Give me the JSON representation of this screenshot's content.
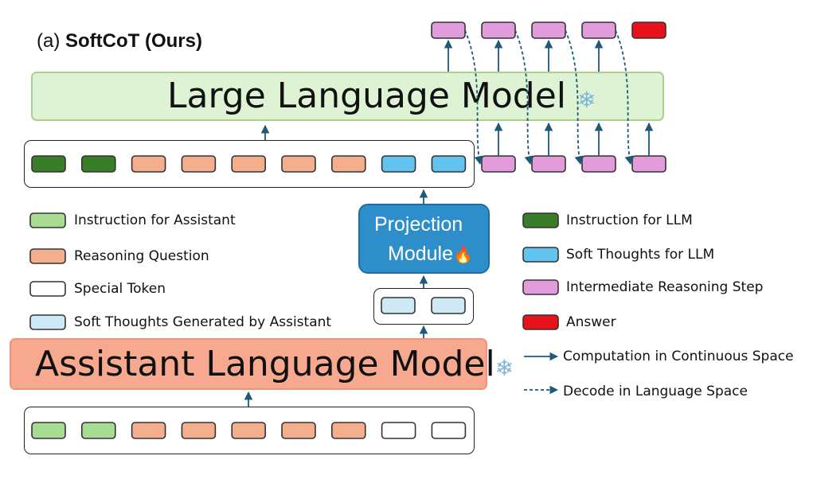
{
  "title": {
    "prefix": "(a) ",
    "bold": "SoftCoT (Ours)"
  },
  "llm": {
    "label": "Large Language Model",
    "icon": "snowflake-icon"
  },
  "assistant": {
    "label": "Assistant Language Model",
    "icon": "snowflake-icon"
  },
  "projection": {
    "line1": "Projection",
    "line2": "Module",
    "icon": "fire-icon"
  },
  "colors": {
    "instruction_assistant": "#a8dc93",
    "instruction_llm": "#3a7d28",
    "reasoning_question": "#f2ae8d",
    "special_token": "#ffffff",
    "soft_thoughts_assistant": "#cde8f7",
    "soft_thoughts_llm": "#62c3ef",
    "intermediate_step": "#e29bdb",
    "answer": "#e8121b",
    "arrow": "#1d5a78"
  },
  "legend_left": [
    {
      "label": "Instruction for Assistant",
      "color": "#a8dc93"
    },
    {
      "label": "Reasoning Question",
      "color": "#f2ae8d"
    },
    {
      "label": "Special Token",
      "color": "#ffffff"
    },
    {
      "label": "Soft Thoughts Generated by Assistant",
      "color": "#cde8f7"
    }
  ],
  "legend_right": [
    {
      "label": "Instruction for LLM",
      "color": "#3a7d28"
    },
    {
      "label": "Soft Thoughts for LLM",
      "color": "#62c3ef"
    },
    {
      "label": "Intermediate Reasoning Step",
      "color": "#e29bdb"
    },
    {
      "label": "Answer",
      "color": "#e8121b"
    }
  ],
  "arrow_legend": [
    {
      "label": "Computation in Continuous Space",
      "style": "solid"
    },
    {
      "label": "Decode in Language Space",
      "style": "dashed"
    }
  ]
}
